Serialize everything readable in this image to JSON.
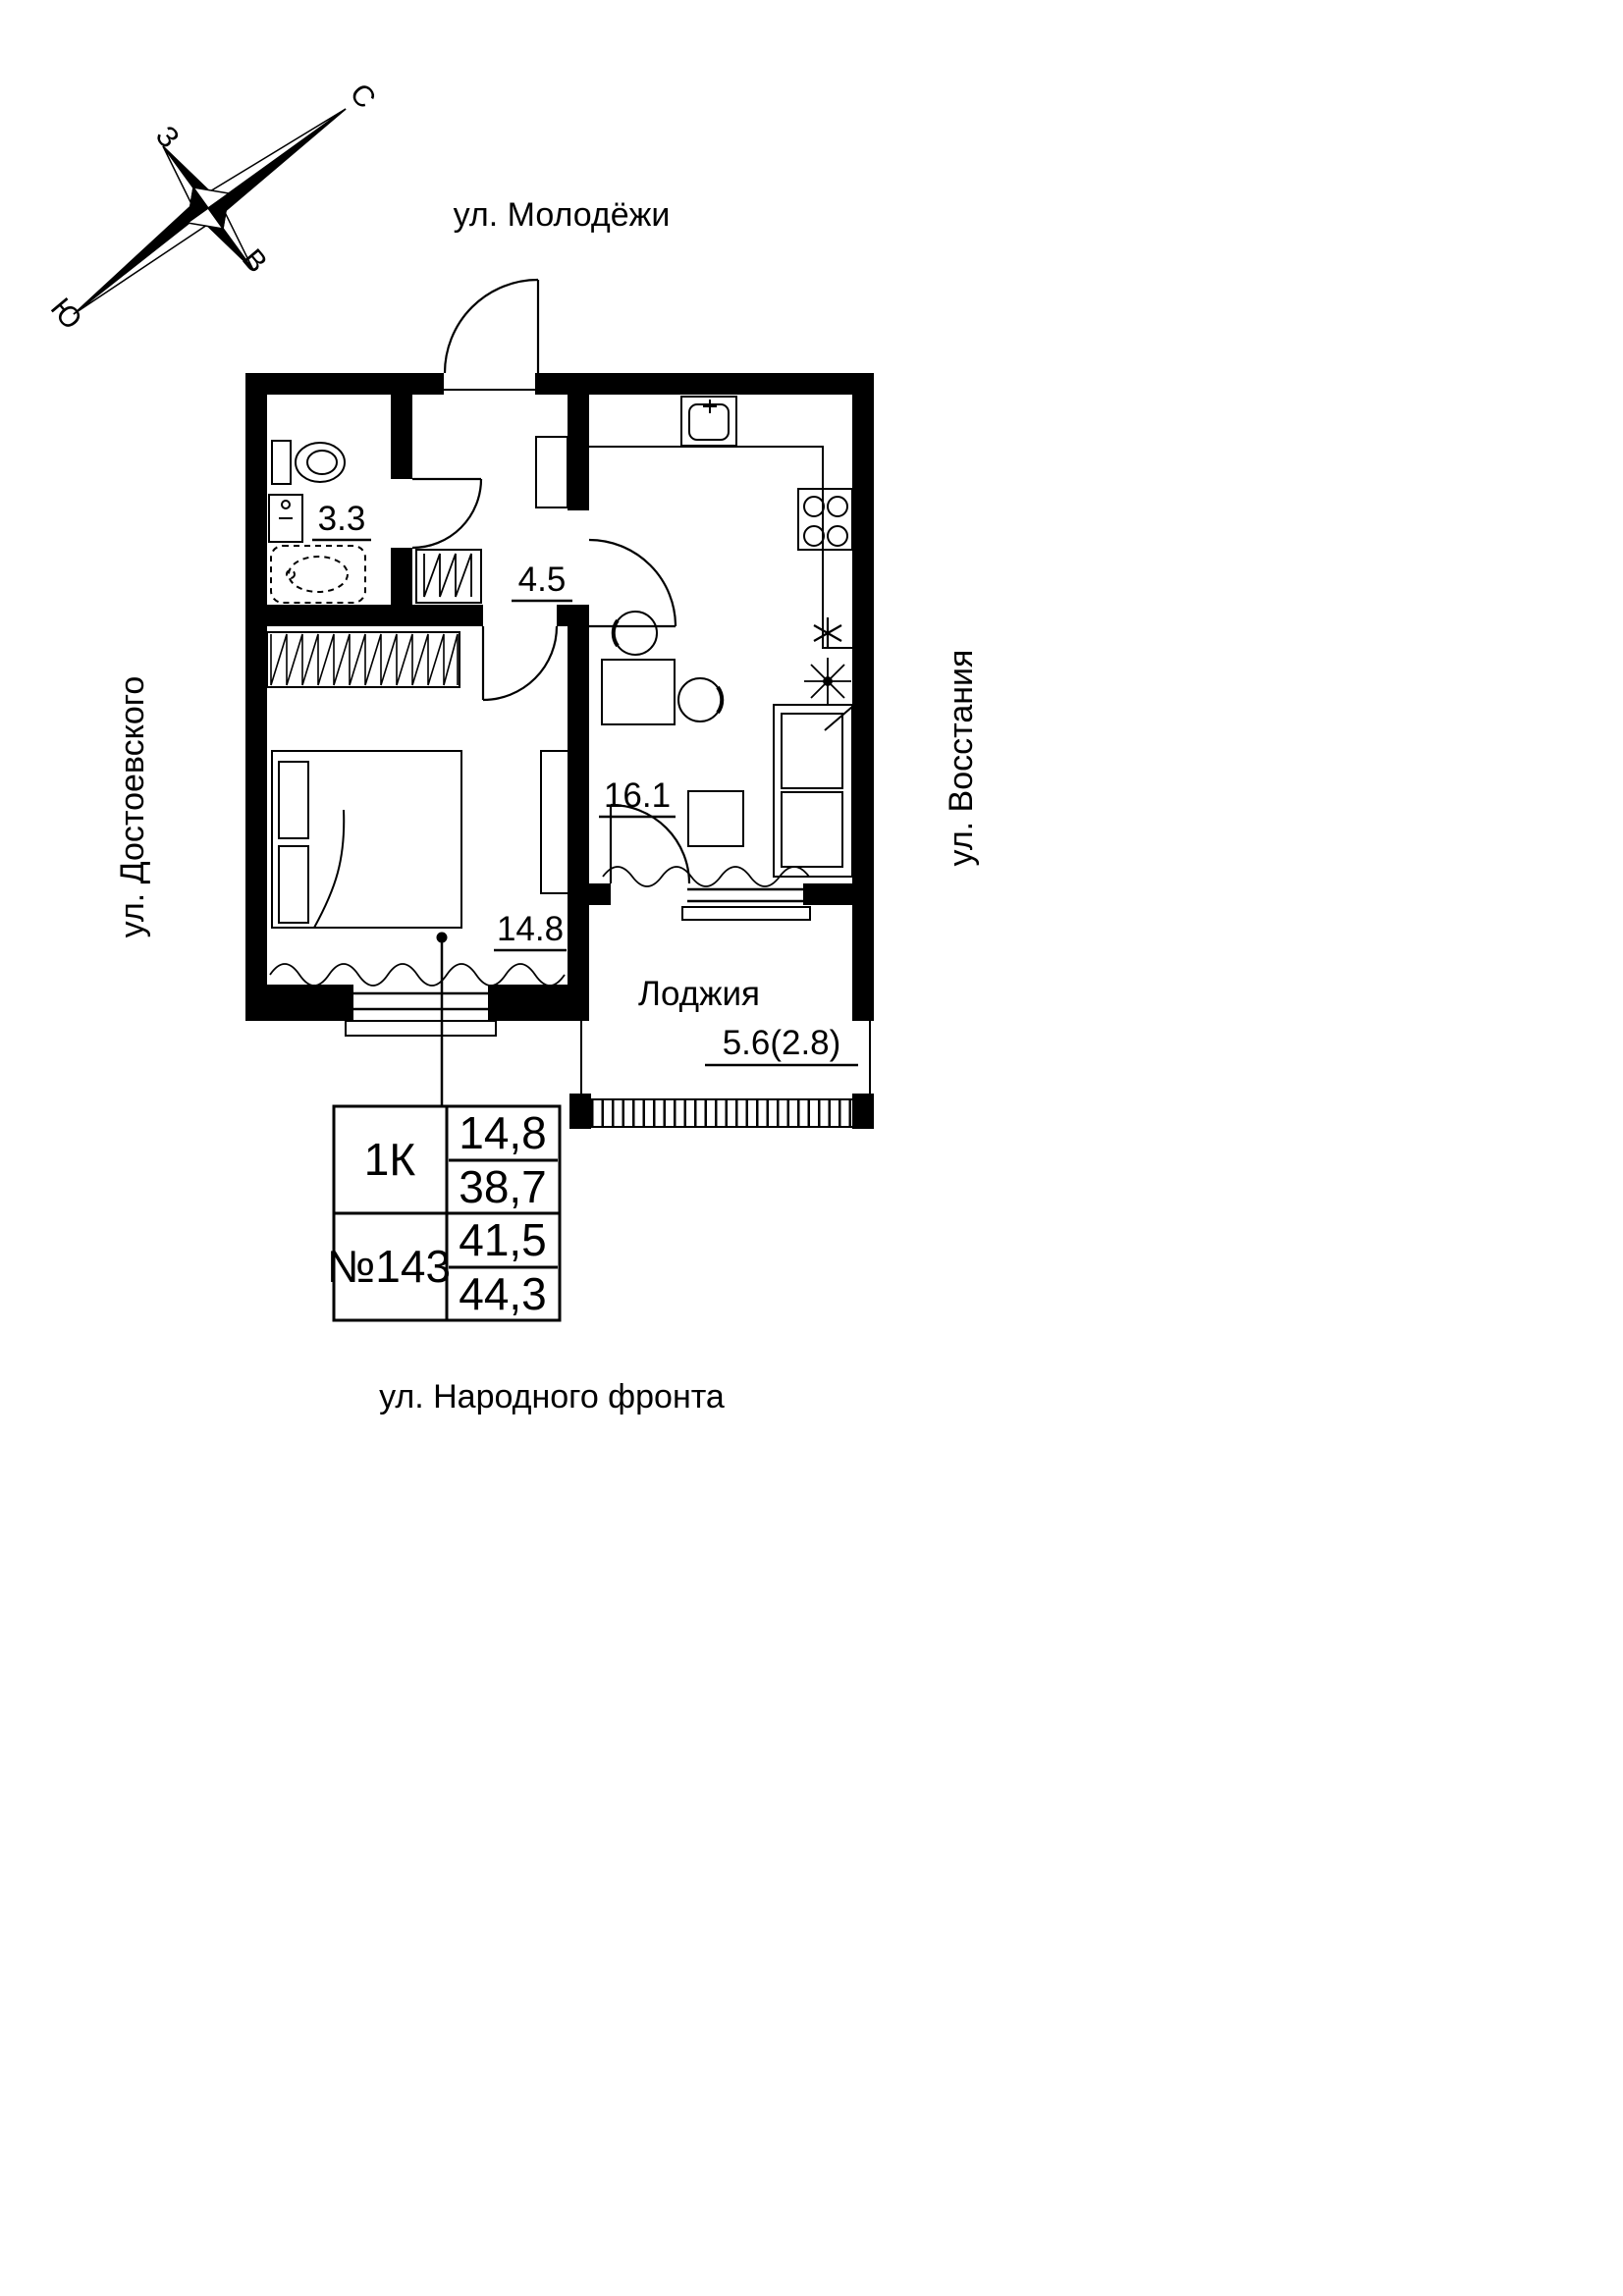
{
  "colors": {
    "ink": "#000000",
    "paper": "#ffffff"
  },
  "compass": {
    "north_label": "С",
    "west_label": "З",
    "east_label": "В",
    "south_label": "Ю"
  },
  "streets": {
    "top": "ул. Молодёжи",
    "left": "ул. Достоевского",
    "right": "ул. Восстания",
    "bottom": "ул. Народного фронта"
  },
  "rooms": {
    "bathroom": {
      "area": "3.3"
    },
    "hallway": {
      "area": "4.5"
    },
    "kitchen_living": {
      "area": "16.1"
    },
    "bedroom": {
      "area": "14.8"
    },
    "loggia": {
      "name": "Лоджия",
      "area": "5.6(2.8)"
    }
  },
  "info_table": {
    "type_label": "1К",
    "number_label": "№143",
    "living_area": "14,8",
    "area_without_loggia": "38,7",
    "area_with_loggia_reduced": "41,5",
    "area_with_loggia_full": "44,3"
  }
}
